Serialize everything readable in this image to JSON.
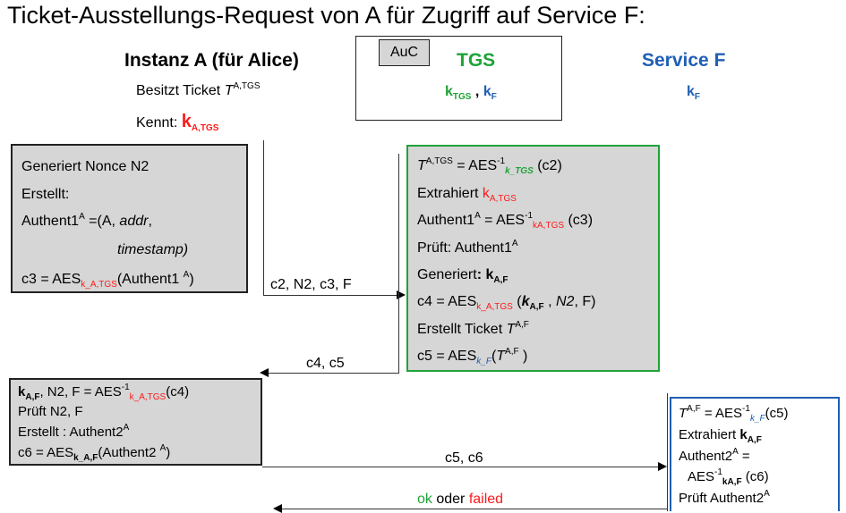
{
  "title": "Ticket-Ausstellungs-Request von A für Zugriff auf Service F:",
  "header": {
    "instanz": "Instanz A (für Alice)",
    "auc": "AuC",
    "tgs": "TGS",
    "service": "Service F"
  },
  "alice": {
    "besitzt": "Besitzt Ticket ",
    "t_symbol": "T",
    "t_sup": "A,TGS",
    "kennt": "Kennt: ",
    "k": "k",
    "k_sub": "A,TGS"
  },
  "tgs_keys": {
    "k1": "k",
    "k1_sub": "TGS",
    "comma": " , ",
    "k2": "k",
    "k2_sub": "F"
  },
  "service_key": {
    "k": "k",
    "k_sub": "F"
  },
  "box1": {
    "l1": "Generiert Nonce N2",
    "l2": "Erstellt:",
    "l3a": "Authent1",
    "l3sup": "A",
    "l3b": " =(A, ",
    "l3c": "addr",
    "l4": "timestamp)",
    "l5a": "c3 = AES",
    "l5sub": "k_A,TGS",
    "l5b": "(Authent1 ",
    "l5sup": "A",
    "l5c": ")"
  },
  "msg1": "c2, N2, c3, F",
  "tgs_box": {
    "l1a": "T",
    "l1sup": "A,TGS",
    "l1b": " = AES",
    "l1sup2": "-1",
    "l1sub": "k_TGS",
    "l1c": " (c2)",
    "l2a": "Extrahiert ",
    "l2k": "k",
    "l2sub": "A,TGS",
    "l3a": "Authent1",
    "l3sup": "A",
    "l3b": " = AES",
    "l3sup2": "-1",
    "l3sub": "kA,TGS",
    "l3c": " (c3)",
    "l4a": "Prüft:  Authent1",
    "l4sup": "A",
    "l5a": "Generiert",
    "l5b": ": k",
    "l5sub": "A,F",
    "l6a": "c4 = AES",
    "l6sub": "k_A,TGS",
    "l6b": " (",
    "l6k": "k",
    "l6ksub": "A,F",
    "l6c": " , ",
    "l6d": "N2",
    "l6e": ", F)",
    "l7a": "Erstellt Ticket ",
    "l7t": "T",
    "l7sup": "A,F",
    "l8a": "c5 = AES",
    "l8sub": "k_F",
    "l8b": "(",
    "l8t": "T",
    "l8sup": "A,F",
    "l8c": " )"
  },
  "msg2": "c4, c5",
  "box3": {
    "l1k": "k",
    "l1sub": "A,F",
    "l1a": ", N2, F = AES",
    "l1sup": "-1",
    "l1sub2": "k_A,TGS",
    "l1b": "(c4)",
    "l2": "Prüft  N2, F",
    "l3a": "Erstellt : Authent2",
    "l3sup": "A",
    "l4a": "c6 = AES",
    "l4sub": "k_A,F",
    "l4b": "(Authent2 ",
    "l4sup": "A",
    "l4c": ")"
  },
  "msg3": "c5, c6",
  "box4": {
    "l1t": "T",
    "l1sup": "A,F",
    "l1a": " = AES",
    "l1sup2": "-1",
    "l1sub": "k_F",
    "l1b": "(c5)",
    "l2a": "Extrahiert ",
    "l2k": "k",
    "l2sub": "A,F",
    "l3a": "Authent2",
    "l3sup": "A",
    "l3b": " =",
    "l4a": "AES",
    "l4sup": "-1",
    "l4sub": "kA,F",
    "l4b": " (c6)",
    "l5a": "Prüft Authent2",
    "l5sup": "A"
  },
  "result": {
    "ok": "ok",
    "oder": " oder ",
    "failed": "failed"
  }
}
